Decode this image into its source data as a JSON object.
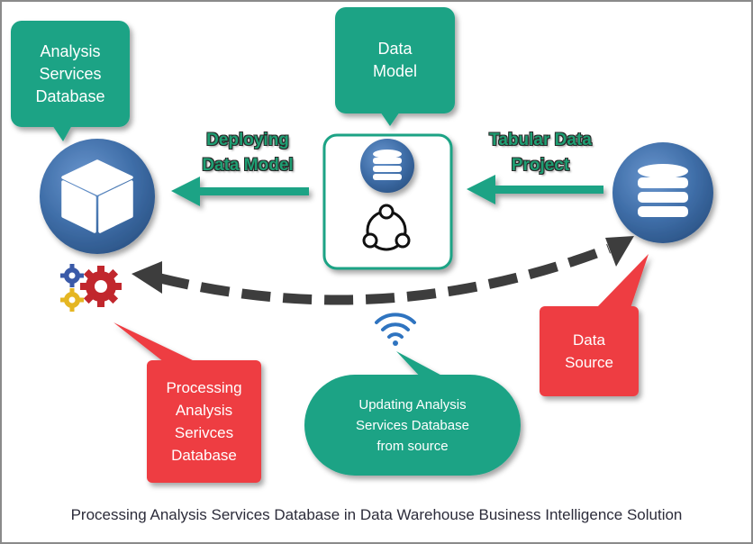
{
  "title": "Processing Analysis Services Database in Data Warehouse Business Intelligence Solution",
  "nodes": {
    "analysis_services_database": "Analysis\nServices\nDatabase",
    "data_model": "Data\nModel",
    "processing": "Processing\nAnalysis\nSerivces\nDatabase",
    "data_source": "Data\nSource",
    "updating": "Updating Analysis\nServices Database\nfrom source"
  },
  "edges": {
    "deploying": "Deploying\nData Model",
    "tabular": "Tabular Data\nProject"
  },
  "colors": {
    "green": "#1aa385",
    "red": "#ee3d42",
    "blue_circle": "#3f6ea8",
    "arrow_green": "#1aa385",
    "dashed_arrow": "#3d3d3d",
    "wifi_blue": "#2f74c0"
  },
  "icons": [
    "cube-icon",
    "database-icon",
    "share-network-icon",
    "gears-icon",
    "wifi-icon"
  ]
}
